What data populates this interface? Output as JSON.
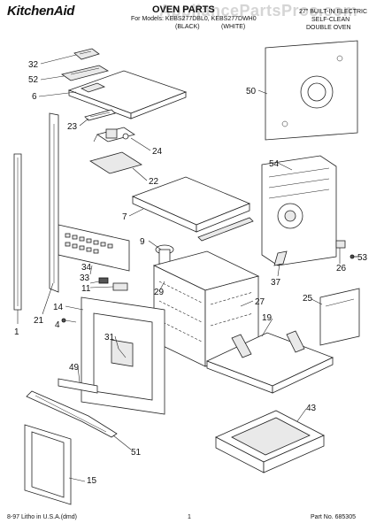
{
  "header": {
    "brand": "KitchenAid",
    "title": "OVEN PARTS",
    "models": "For Models: KEBS277DBL0, KEBS277DWH0",
    "color_black": "(BLACK)",
    "color_white": "(WHITE)",
    "desc_line1": "27\" BUILT-IN ELECTRIC",
    "desc_line2": "SELF-CLEAN",
    "desc_line3": "DOUBLE OVEN"
  },
  "watermark": "AppliancePartsPros.com",
  "footer": {
    "litho": "8-97 Litho in U.S.A.(dmd)",
    "page": "1",
    "part_no": "Part No. 685305"
  },
  "callouts": [
    {
      "id": "32",
      "text": "32"
    },
    {
      "id": "52",
      "text": "52"
    },
    {
      "id": "6",
      "text": "6"
    },
    {
      "id": "23",
      "text": "23"
    },
    {
      "id": "24",
      "text": "24"
    },
    {
      "id": "22",
      "text": "22"
    },
    {
      "id": "7",
      "text": "7"
    },
    {
      "id": "9",
      "text": "9"
    },
    {
      "id": "34",
      "text": "34"
    },
    {
      "id": "33",
      "text": "33"
    },
    {
      "id": "11",
      "text": "11"
    },
    {
      "id": "29",
      "text": "29"
    },
    {
      "id": "14",
      "text": "14"
    },
    {
      "id": "4",
      "text": "4"
    },
    {
      "id": "21",
      "text": "21"
    },
    {
      "id": "1",
      "text": "1"
    },
    {
      "id": "31",
      "text": "31"
    },
    {
      "id": "49",
      "text": "49"
    },
    {
      "id": "51",
      "text": "51"
    },
    {
      "id": "15",
      "text": "15"
    },
    {
      "id": "50",
      "text": "50"
    },
    {
      "id": "54",
      "text": "54"
    },
    {
      "id": "26",
      "text": "26"
    },
    {
      "id": "53",
      "text": "53"
    },
    {
      "id": "37",
      "text": "37"
    },
    {
      "id": "27",
      "text": "27"
    },
    {
      "id": "25",
      "text": "25"
    },
    {
      "id": "19",
      "text": "19"
    },
    {
      "id": "43",
      "text": "43"
    }
  ]
}
